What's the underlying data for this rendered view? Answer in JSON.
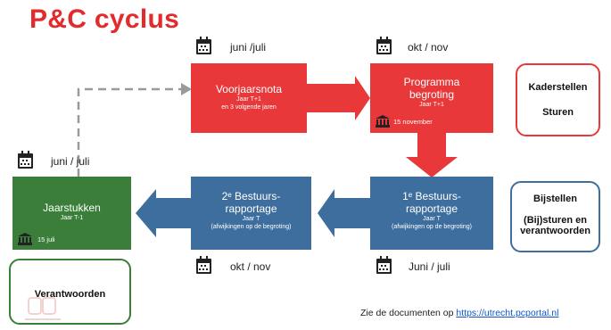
{
  "title": "P&C cyclus",
  "boxes": {
    "voorjaarsnota": {
      "title": "Voorjaarsnota",
      "sub1": "Jaar T+1",
      "sub2": "en 3 volgende jaren"
    },
    "programmabegroting": {
      "title1": "Programma",
      "title2": "begroting",
      "sub1": "Jaar T+1",
      "date": "15 november"
    },
    "bestuur1": {
      "title1": "1ᵉ Bestuurs-",
      "title2": "rapportage",
      "sub1": "Jaar T",
      "sub2": "(afwijkingen op de begroting)"
    },
    "bestuur2": {
      "title1": "2ᵉ Bestuurs-",
      "title2": "rapportage",
      "sub1": "Jaar T",
      "sub2": "(afwijkingen op de begroting)"
    },
    "jaarstukken": {
      "title": "Jaarstukken",
      "sub1": "Jaar T-1",
      "date": "15 juli"
    }
  },
  "periods": {
    "voorjaarsnota": "juni /juli",
    "programmabegroting": "okt / nov",
    "jaarstukken": "juni / juli",
    "bestuur2": "okt / nov",
    "bestuur1": "Juni / juli"
  },
  "side_boxes": {
    "red": {
      "line1": "Kaderstellen",
      "line2": "Sturen",
      "color": "#e8383a"
    },
    "blue": {
      "line1": "Bijstellen",
      "line2": "(Bij)sturen en",
      "line3": "verantwoorden",
      "color": "#3d6e9d"
    },
    "green": {
      "line1": "Verantwoorden",
      "color": "#3a7e3a"
    }
  },
  "footer": {
    "text": "Zie de documenten op",
    "link": "https://utrecht.pcportal.nl"
  },
  "colors": {
    "red": "#e8383a",
    "blue": "#3d6e9d",
    "green": "#3a7e3a",
    "title": "#e32b2b"
  }
}
